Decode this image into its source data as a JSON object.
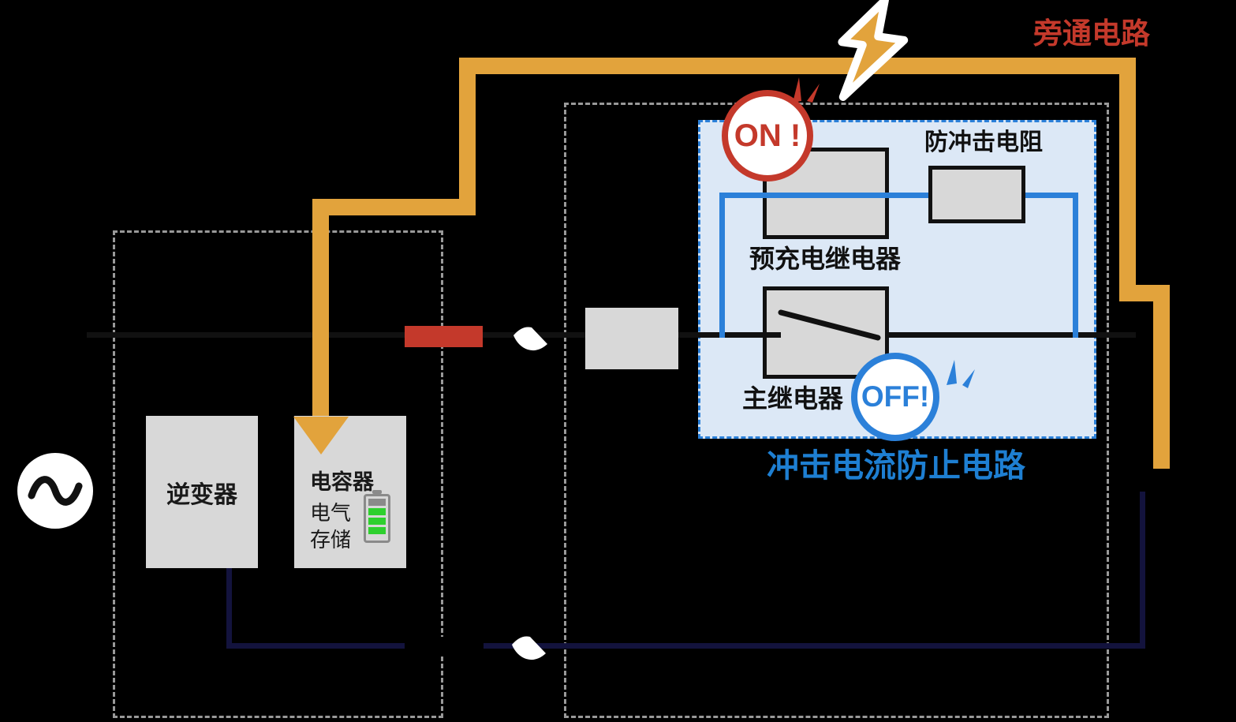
{
  "diagram": {
    "background_color": "#000000",
    "labels": {
      "bypass": "旁通电路",
      "resistor": "防冲击电阻",
      "precharge_relay": "预充电继电器",
      "main_relay": "主继电器",
      "panel_title": "冲击电流防止电路",
      "inverter": "逆变器",
      "capacitor_title": "电容器",
      "capacitor_line1": "电气",
      "capacitor_line2": "存储",
      "badge_on": "ON !",
      "badge_off": "OFF!"
    },
    "colors": {
      "bypass_orange": "#E2A33C",
      "alert_red": "#C4392B",
      "circuit_blue": "#2B80D9",
      "panel_fill_blue": "#DCE8F6",
      "title_blue": "#1E7FD2",
      "return_wire_navy": "#13133D",
      "component_gray": "#D8D8D8",
      "dashed_border_gray": "#999999",
      "battery_green": "#2ED02E",
      "battery_gray": "#8A8A8A",
      "wire_black": "#111111"
    },
    "icons": {
      "lightning": "lightning-bolt-icon",
      "ac_source": "ac-sine-wave-icon",
      "battery": "battery-level-icon",
      "switch_top": "open-switch-icon",
      "switch_bottom": "open-switch-icon",
      "sparks_on": "emphasis-sparks-icon",
      "sparks_off": "emphasis-sparks-icon"
    }
  }
}
